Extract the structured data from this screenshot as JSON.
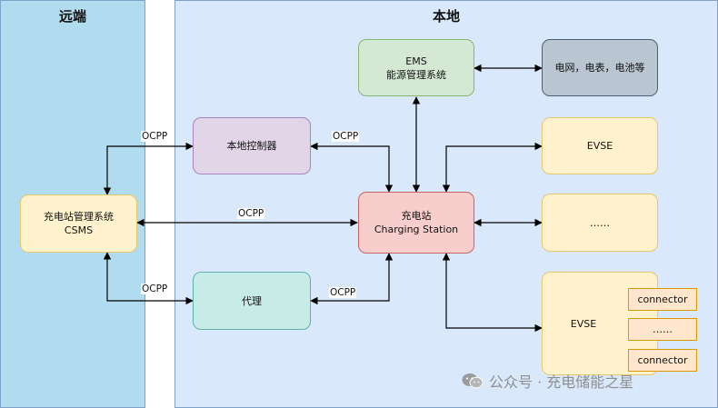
{
  "zones": {
    "remote": "远端",
    "local": "本地"
  },
  "nodes": {
    "ems": [
      "EMS",
      "能源管理系统"
    ],
    "grid": [
      "电网，电表，电池等"
    ],
    "local_controller": [
      "本地控制器"
    ],
    "evse_top": [
      "EVSE"
    ],
    "csms": [
      "充电站管理系统",
      "CSMS"
    ],
    "charging_station": [
      "充电站",
      "Charging Station"
    ],
    "evse_mid": [
      "……"
    ],
    "proxy": [
      "代理"
    ],
    "evse_bottom": [
      "EVSE"
    ]
  },
  "connectors": [
    "connector",
    "……",
    "connector"
  ],
  "edge_labels": {
    "csms_to_controller": "OCPP",
    "controller_to_station": "OCPP",
    "csms_to_station": "OCPP",
    "csms_to_proxy": "OCPP",
    "proxy_to_station": "OCPP"
  },
  "watermark": {
    "text": "公众号 · 充电储能之星",
    "icon": "wechat-icon"
  }
}
